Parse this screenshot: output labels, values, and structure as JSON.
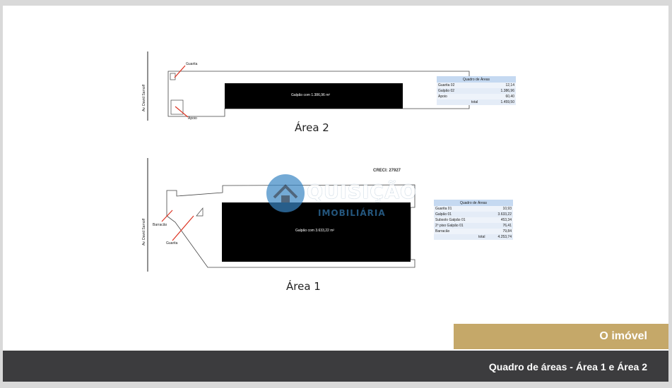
{
  "area2": {
    "title": "Área 2",
    "street": "Av. David Sarnoff",
    "labels": {
      "guarita": "Guarita",
      "apoio": "Apoio"
    },
    "warehouse_label": "Galpão com 1.386,96 m²",
    "table": {
      "header": "Quadro de Áreas",
      "rows": [
        {
          "name": "Guarita 02",
          "value": "12,14"
        },
        {
          "name": "Galpão 02",
          "value": "1.386,96"
        },
        {
          "name": "Apoio",
          "value": "60,40"
        },
        {
          "name": "total",
          "value": "1.459,50"
        }
      ]
    }
  },
  "area1": {
    "title": "Área 1",
    "street": "Av. David Sarnoff",
    "labels": {
      "barracao": "Barracão",
      "guarita": "Guarita"
    },
    "warehouse_label": "Galpão com 3.633,22 m²",
    "table": {
      "header": "Quadro de Áreas",
      "rows": [
        {
          "name": "Guarita 01",
          "value": "10,93"
        },
        {
          "name": "Galpão 01",
          "value": "3.633,22"
        },
        {
          "name": "Subsolo Galpão 01",
          "value": "453,34"
        },
        {
          "name": "2º piso Galpão 01",
          "value": "76,41"
        },
        {
          "name": "Barracão",
          "value": "79,84"
        },
        {
          "name": "total",
          "value": "4.253,74"
        }
      ]
    }
  },
  "creci": "CRECI: 27927",
  "watermark": {
    "brand": "QUISIÇÃO",
    "sub": "IMOBILIÁRIA"
  },
  "footer": {
    "section": "O imóvel",
    "caption": "Quadro de áreas - Área 1 e Área 2"
  },
  "colors": {
    "gold": "#c5a869",
    "dark": "#3c3c3e",
    "table_header": "#c5d9f1"
  }
}
